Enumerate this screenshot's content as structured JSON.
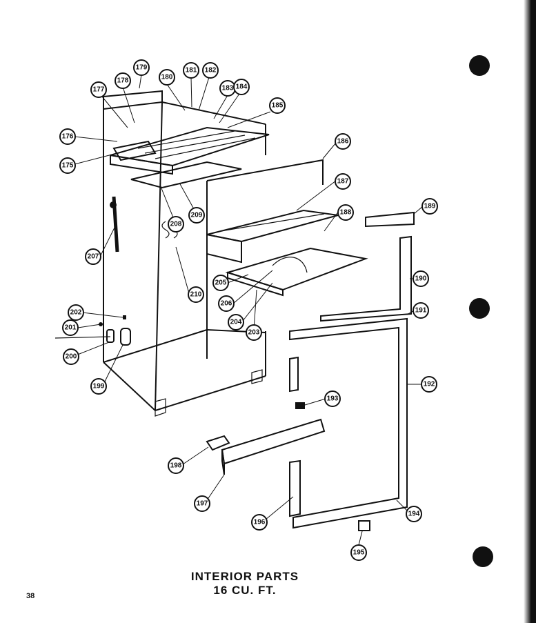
{
  "caption": {
    "line1": "INTERIOR  PARTS",
    "line2": "16 CU. FT."
  },
  "page_number": "38",
  "callouts": [
    "179",
    "178",
    "177",
    "180",
    "181",
    "182",
    "183",
    "184",
    "185",
    "176",
    "175",
    "186",
    "187",
    "188",
    "189",
    "207",
    "208",
    "209",
    "210",
    "205",
    "206",
    "204",
    "203",
    "190",
    "191",
    "202",
    "201",
    "200",
    "199",
    "192",
    "193",
    "196",
    "197",
    "198",
    "194",
    "195"
  ]
}
